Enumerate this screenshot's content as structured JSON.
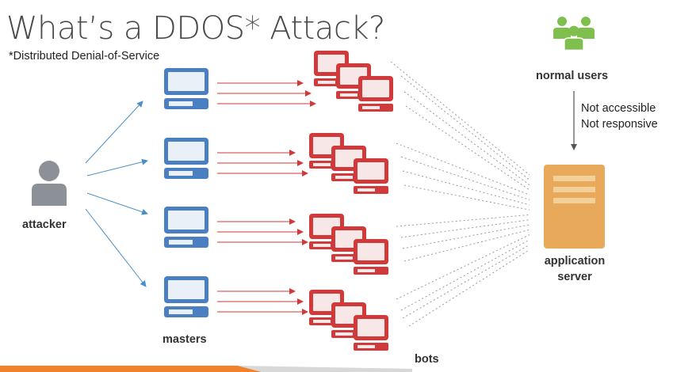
{
  "slide": {
    "title": "What’s a DDOS* Attack?",
    "subtitle": "*Distributed Denial-of-Service"
  },
  "labels": {
    "attacker": "attacker",
    "masters": "masters",
    "bots": "bots",
    "normal_users": "normal users",
    "server_line1": "application",
    "server_line2": "server"
  },
  "status_note": {
    "line1": "Not accessible",
    "line2": "Not responsive"
  },
  "nodes": {
    "attacker_count": 1,
    "master_count": 4,
    "bot_groups": 4,
    "bots_per_group": 3
  },
  "colors": {
    "title": "#4a4a4a",
    "attacker": "#8c9097",
    "master": "#4a7fc1",
    "master_light": "#e9f0f8",
    "bot": "#d13a3a",
    "bot_light": "#f8e7e7",
    "attack_arrow": "#d13a3a",
    "control_arrow": "#4a90c8",
    "dotted_line": "#9a9a9a",
    "users": "#7fbf4d",
    "server": "#e8a95a",
    "server_light": "#f3cf9a",
    "accent_bar": "#f0822d"
  }
}
